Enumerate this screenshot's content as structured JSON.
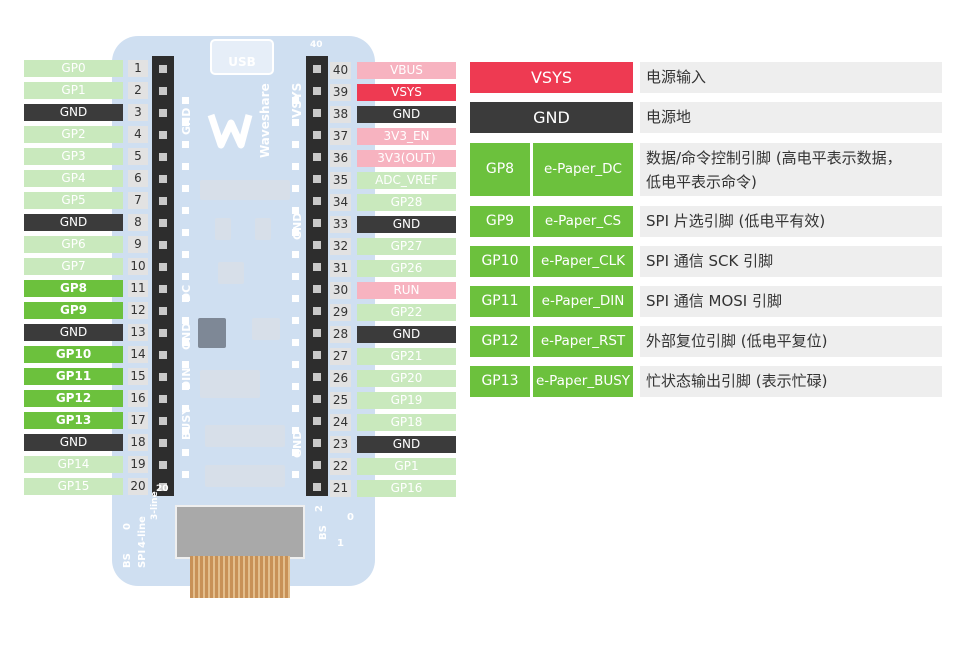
{
  "left_pins": [
    {
      "label": "GP0",
      "num": "1",
      "style": "pale"
    },
    {
      "label": "GP1",
      "num": "2",
      "style": "pale"
    },
    {
      "label": "GND",
      "num": "3",
      "style": "dark"
    },
    {
      "label": "GP2",
      "num": "4",
      "style": "pale"
    },
    {
      "label": "GP3",
      "num": "5",
      "style": "pale"
    },
    {
      "label": "GP4",
      "num": "6",
      "style": "pale"
    },
    {
      "label": "GP5",
      "num": "7",
      "style": "pale"
    },
    {
      "label": "GND",
      "num": "8",
      "style": "dark"
    },
    {
      "label": "GP6",
      "num": "9",
      "style": "pale"
    },
    {
      "label": "GP7",
      "num": "10",
      "style": "pale"
    },
    {
      "label": "GP8",
      "num": "11",
      "style": "green"
    },
    {
      "label": "GP9",
      "num": "12",
      "style": "green"
    },
    {
      "label": "GND",
      "num": "13",
      "style": "dark"
    },
    {
      "label": "GP10",
      "num": "14",
      "style": "green"
    },
    {
      "label": "GP11",
      "num": "15",
      "style": "green"
    },
    {
      "label": "GP12",
      "num": "16",
      "style": "green"
    },
    {
      "label": "GP13",
      "num": "17",
      "style": "green"
    },
    {
      "label": "GND",
      "num": "18",
      "style": "dark"
    },
    {
      "label": "GP14",
      "num": "19",
      "style": "pale"
    },
    {
      "label": "GP15",
      "num": "20",
      "style": "pale"
    }
  ],
  "right_pins": [
    {
      "label": "VBUS",
      "num": "40",
      "style": "pink"
    },
    {
      "label": "VSYS",
      "num": "39",
      "style": "red"
    },
    {
      "label": "GND",
      "num": "38",
      "style": "dark"
    },
    {
      "label": "3V3_EN",
      "num": "37",
      "style": "pink"
    },
    {
      "label": "3V3(OUT)",
      "num": "36",
      "style": "pink"
    },
    {
      "label": "ADC_VREF",
      "num": "35",
      "style": "pale"
    },
    {
      "label": "GP28",
      "num": "34",
      "style": "pale"
    },
    {
      "label": "GND",
      "num": "33",
      "style": "dark"
    },
    {
      "label": "GP27",
      "num": "32",
      "style": "pale"
    },
    {
      "label": "GP26",
      "num": "31",
      "style": "pale"
    },
    {
      "label": "RUN",
      "num": "30",
      "style": "pink"
    },
    {
      "label": "GP22",
      "num": "29",
      "style": "pale"
    },
    {
      "label": "GND",
      "num": "28",
      "style": "dark"
    },
    {
      "label": "GP21",
      "num": "27",
      "style": "pale"
    },
    {
      "label": "GP20",
      "num": "26",
      "style": "pale"
    },
    {
      "label": "GP19",
      "num": "25",
      "style": "pale"
    },
    {
      "label": "GP18",
      "num": "24",
      "style": "pale"
    },
    {
      "label": "GND",
      "num": "23",
      "style": "dark"
    },
    {
      "label": "GP1",
      "num": "22",
      "style": "pale"
    },
    {
      "label": "GP16",
      "num": "21",
      "style": "pale"
    }
  ],
  "board": {
    "usb": "USB",
    "brand": "Waveshare",
    "vsys": "VSYS",
    "gnd1": "GND",
    "gnd2": "GND",
    "gnd3": "GND",
    "dc": "DC",
    "din": "DIN",
    "busy": "BUSY",
    "gnd4": "GND",
    "bs": "BS",
    "spi": "SPI",
    "four_line": "4-line",
    "zero": "0",
    "three_line": "3-line",
    "two": "2",
    "bs_r": "BS",
    "one": "1",
    "zero_r": "0",
    "twenty": "20",
    "forty": "40"
  },
  "table": {
    "vsys": {
      "name": "VSYS",
      "desc": "电源输入"
    },
    "gnd": {
      "name": "GND",
      "desc": "电源地"
    },
    "rows": [
      {
        "gp": "GP8",
        "fn": "e-Paper_DC",
        "desc1": "数据/命令控制引脚 (高电平表示数据，",
        "desc2": "低电平表示命令)"
      },
      {
        "gp": "GP9",
        "fn": "e-Paper_CS",
        "desc1": "SPI 片选引脚 (低电平有效)"
      },
      {
        "gp": "GP10",
        "fn": "e-Paper_CLK",
        "desc1": "SPI 通信 SCK 引脚"
      },
      {
        "gp": "GP11",
        "fn": "e-Paper_DIN",
        "desc1": "SPI 通信 MOSI 引脚"
      },
      {
        "gp": "GP12",
        "fn": "e-Paper_RST",
        "desc1": "外部复位引脚 (低电平复位)"
      },
      {
        "gp": "GP13",
        "fn": "e-Paper_BUSY",
        "desc1": "忙状态输出引脚 (表示忙碌)"
      }
    ]
  },
  "colors": {
    "pale": "#c9e9bd",
    "green": "#6cc13d",
    "dark": "#3b3b3b",
    "pink": "#f7b3c0",
    "red": "#ee3a52"
  }
}
